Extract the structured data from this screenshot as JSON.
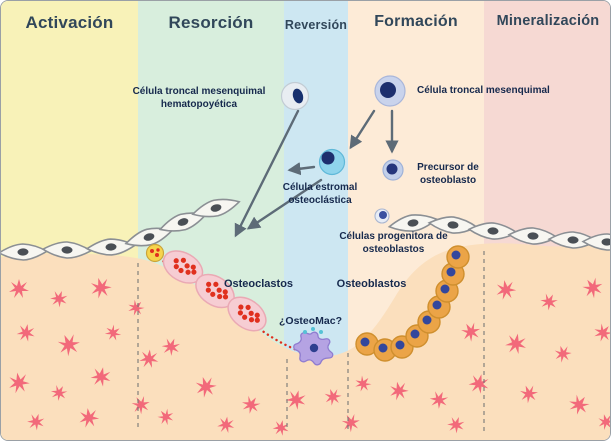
{
  "phases": [
    {
      "label": "Activación",
      "color": "#f8f2b8"
    },
    {
      "label": "Resorción",
      "color": "#d8eedd"
    },
    {
      "label": "Reversión",
      "color": "#cde7f2"
    },
    {
      "label": "Formación",
      "color": "#fdebd7"
    },
    {
      "label": "Mineralización",
      "color": "#f6d9d3"
    }
  ],
  "cells": {
    "hematopoietic_stem_label": "Célula troncal mesenquimal hematopoyética",
    "mesenchymal_stem_label": "Célula troncal mesenquimal",
    "stromal_osteoclast_label": "Célula estromal osteoclástica",
    "osteoblast_precursor_label": "Precursor de osteoblasto",
    "osteoblast_progenitor_label": "Células progenitora de osteoblastos",
    "osteoclasts_label": "Osteoclastos",
    "osteoblasts_label": "Osteoblastos",
    "osteomac_label": "¿OsteoMac?"
  },
  "colors": {
    "bone_matrix": "#fbdfbd",
    "osteocyte": "#f2697a",
    "osteoblast": "#eba447",
    "osteoclast": "#f6cdd3",
    "osteoclast_granules": "#e0301e",
    "osteomac": "#b5a3e3",
    "nucleus_blue": "#1d2f6e",
    "arrow": "#5d6b77",
    "header_text": "#31475a"
  }
}
